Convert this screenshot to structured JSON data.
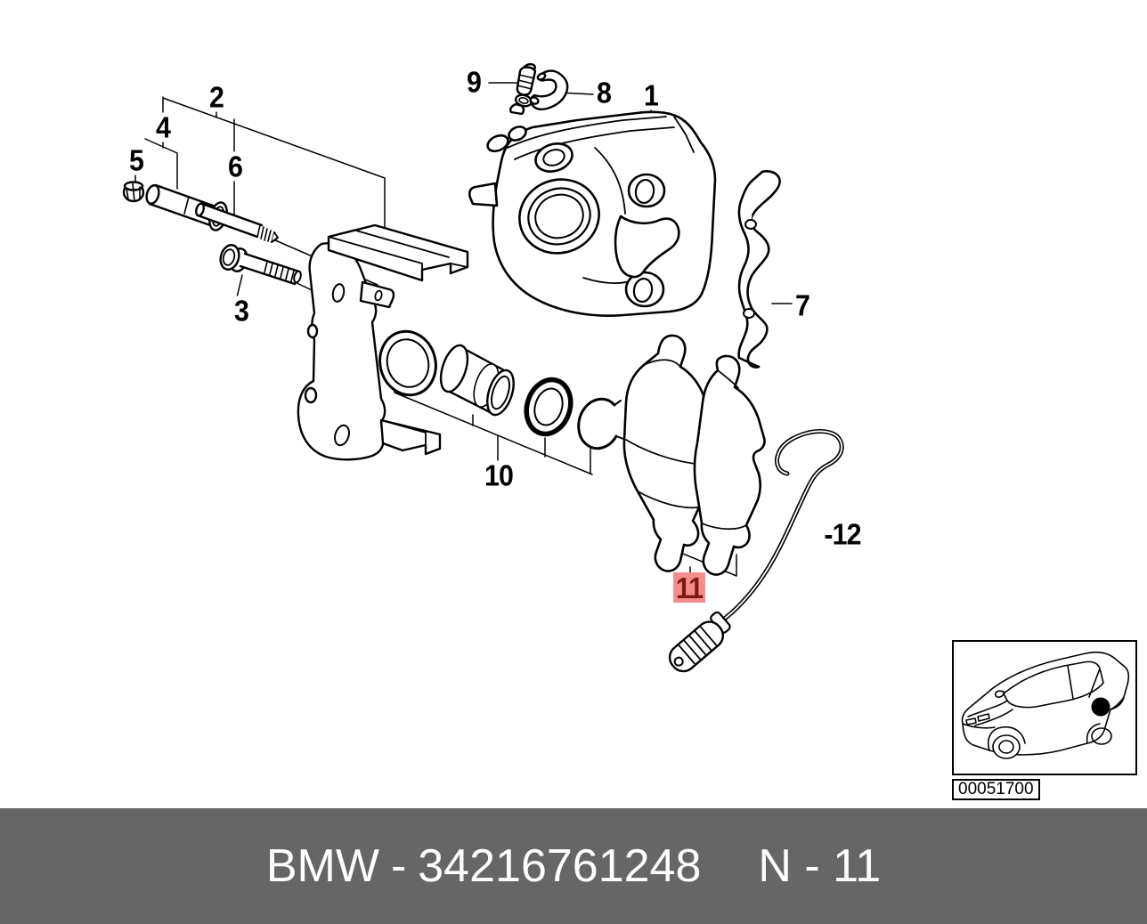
{
  "diagram": {
    "type": "exploded-parts-diagram",
    "subject": "rear brake caliper and brake pads",
    "selected_callout": "11",
    "callouts": [
      {
        "number": "1",
        "label": "1",
        "highlighted": false
      },
      {
        "number": "2",
        "label": "2",
        "highlighted": false
      },
      {
        "number": "3",
        "label": "3",
        "highlighted": false
      },
      {
        "number": "4",
        "label": "4",
        "highlighted": false
      },
      {
        "number": "5",
        "label": "5",
        "highlighted": false
      },
      {
        "number": "6",
        "label": "6",
        "highlighted": false
      },
      {
        "number": "7",
        "label": "7",
        "highlighted": false
      },
      {
        "number": "8",
        "label": "8",
        "highlighted": false
      },
      {
        "number": "9",
        "label": "9",
        "highlighted": false
      },
      {
        "number": "10",
        "label": "10",
        "highlighted": false
      },
      {
        "number": "11",
        "label": "11",
        "highlighted": true
      },
      {
        "number": "12",
        "label": "-12",
        "highlighted": false
      }
    ]
  },
  "thumbnail": {
    "icon": "car-silhouette-icon",
    "marker_icon": "rear-axle-location-dot",
    "image_code": "00051700"
  },
  "footer": {
    "brand": "BMW",
    "separator": "-",
    "part_number": "34216761248",
    "reference": "N - 11"
  },
  "colors": {
    "highlight_bg": "#f58c8c",
    "highlight_text": "#7d1a10",
    "footer_bg": "#666666",
    "line": "#000000",
    "background": "#ffffff"
  }
}
